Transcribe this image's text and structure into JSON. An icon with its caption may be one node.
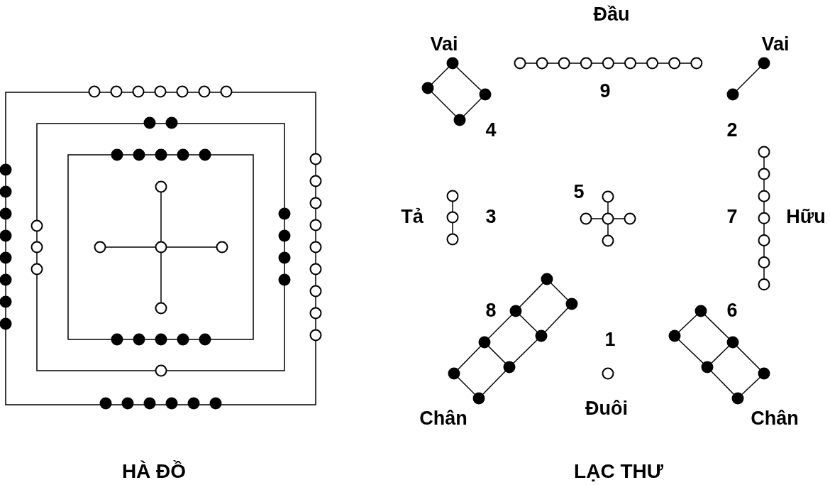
{
  "diagram": {
    "labels": [
      "Đầu",
      "Vai",
      "Vai",
      "9",
      "4",
      "2",
      "5",
      "Tả",
      "3",
      "7",
      "Hữu",
      "8",
      "1",
      "6",
      "Chân",
      "Đuôi",
      "Chân",
      "HÀ ĐỒ",
      "LẠC THƯ"
    ]
  }
}
